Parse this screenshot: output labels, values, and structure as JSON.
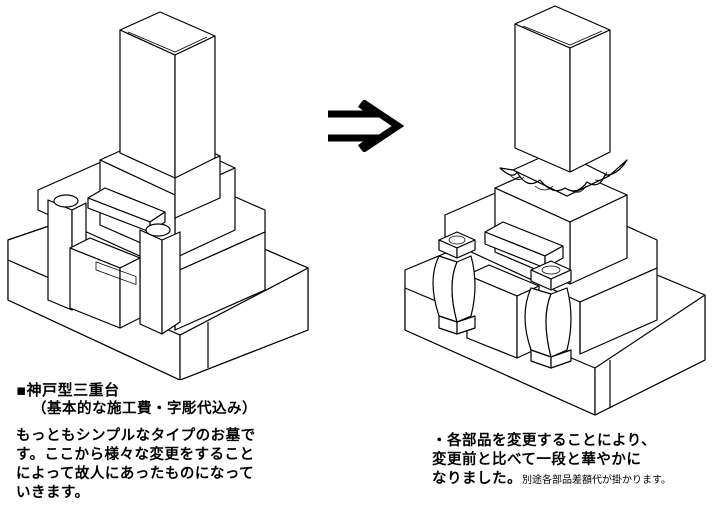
{
  "left": {
    "title": "▪神戸型三重台",
    "subtitle": "（基本的な施工費・字彫代込み）",
    "body_lines": [
      "もっともシンプルなタイプのお墓で",
      "す。ここから様々な変更をすること",
      "によって故人にあったものになって",
      "いきます。"
    ]
  },
  "right": {
    "lines": [
      "・各部品を変更することにより、",
      "変更前と比べて一段と華やかに",
      "なりました。"
    ],
    "note": "別途各部品差額代が掛かります。"
  },
  "arrow_glyph": "⇒"
}
